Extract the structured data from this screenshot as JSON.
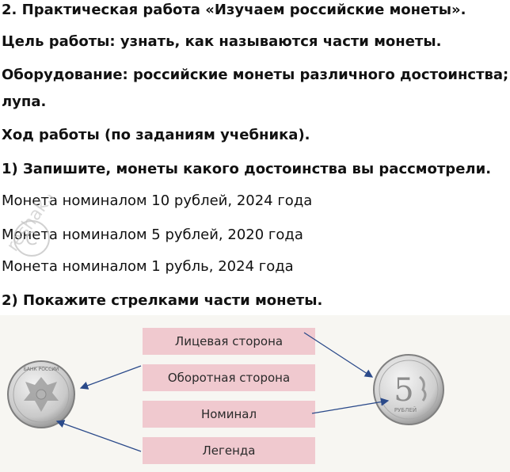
{
  "header": {
    "title": "2. Практическая работа «Изучаем российские монеты».",
    "goal": "Цель работы: узнать, как называются части монеты.",
    "equipment_line1": "Оборудование: российские монеты различного достоинства;",
    "equipment_line2": "лупа.",
    "procedure": "Ход работы (по заданиям учебника).",
    "task1": "1) Запишите, монеты какого достоинства вы рассмотрели."
  },
  "answers": [
    "Монета номиналом 10 рублей, 2024 года",
    "Монета номиналом 5 рублей, 2020 года",
    "Монета номиналом 1 рубль, 2024 года"
  ],
  "task2": "2) Покажите стрелками части монеты.",
  "watermark": "reshak.ru",
  "figure": {
    "labels": [
      "Лицевая сторона",
      "Оборотная сторона",
      "Номинал",
      "Легенда"
    ],
    "left_coin_text": "БАНК РОССИИ",
    "right_coin_number": "5",
    "right_coin_text": "РУБЛЕЙ"
  },
  "colors": {
    "label_bg": "#f0c9cf",
    "arrow": "#2b4a8a"
  }
}
